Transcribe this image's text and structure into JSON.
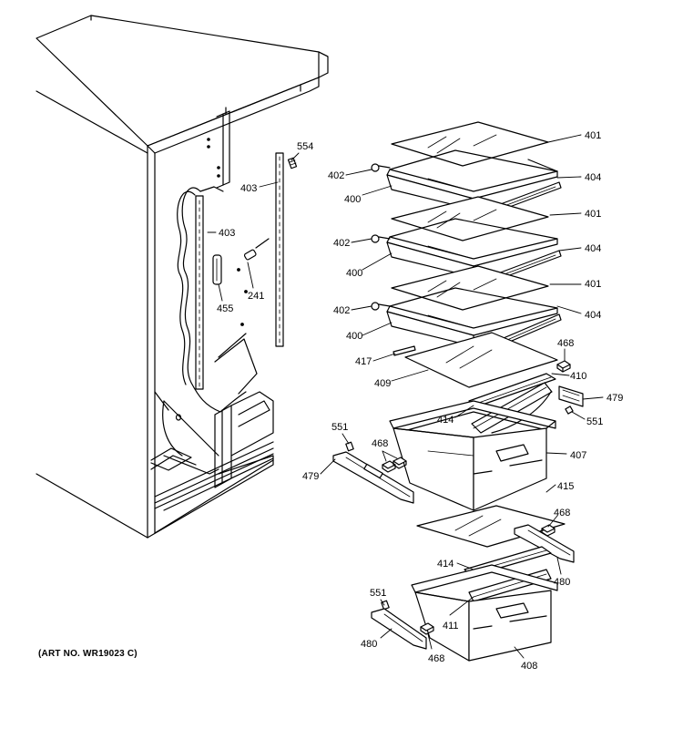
{
  "diagram": {
    "caption": "(ART NO. WR19023 C)",
    "callouts": {
      "c401a": "401",
      "c401b": "401",
      "c401c": "401",
      "c402a": "402",
      "c402b": "402",
      "c402c": "402",
      "c404a": "404",
      "c404b": "404",
      "c404c": "404",
      "c400a": "400",
      "c400b": "400",
      "c400c": "400",
      "c403a": "403",
      "c403b": "403",
      "c554": "554",
      "c241": "241",
      "c455": "455",
      "c417": "417",
      "c409": "409",
      "c468a": "468",
      "c410": "410",
      "c479a": "479",
      "c414a": "414",
      "c551a": "551",
      "c551b": "551",
      "c468b": "468",
      "c479b": "479",
      "c407": "407",
      "c415": "415",
      "c468c": "468",
      "c414b": "414",
      "c480a": "480",
      "c551c": "551",
      "c411": "411",
      "c480b": "480",
      "c468d": "468",
      "c408": "408"
    }
  }
}
